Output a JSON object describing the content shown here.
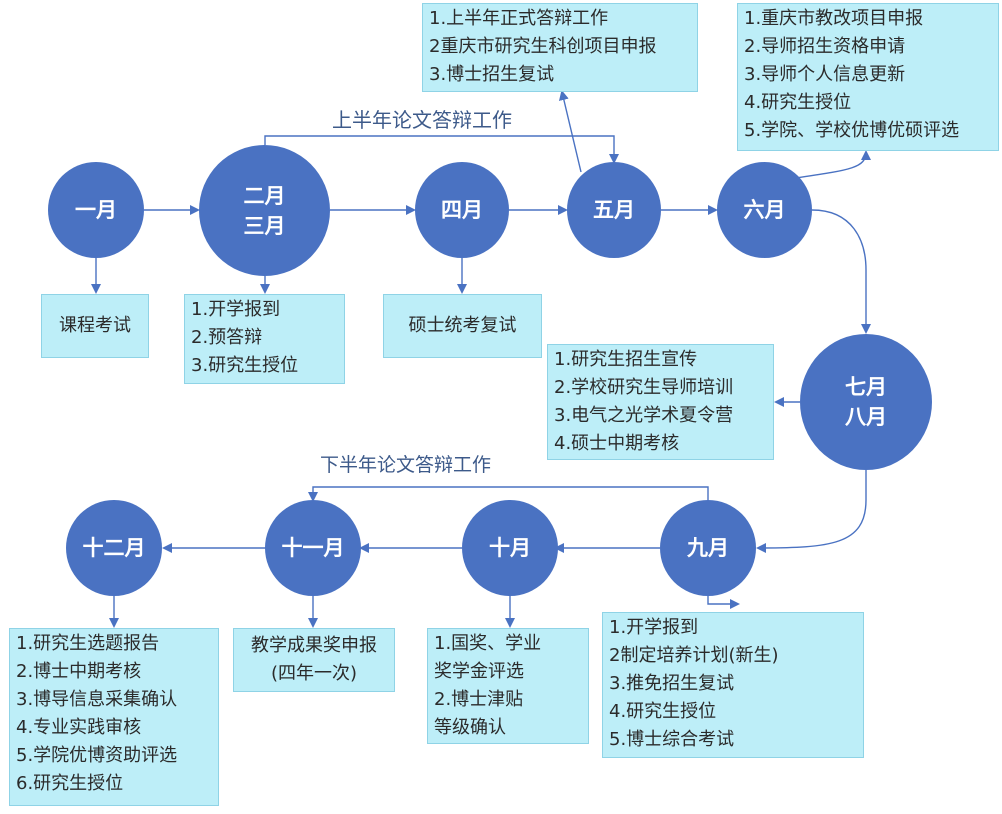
{
  "months": {
    "jan": "一月",
    "febmar_1": "二月",
    "febmar_2": "三月",
    "apr": "四月",
    "may": "五月",
    "jun": "六月",
    "julaug_1": "七月",
    "julaug_2": "八月",
    "sep": "九月",
    "oct": "十月",
    "nov": "十一月",
    "dec": "十二月"
  },
  "captions": {
    "first_half": "上半年论文答辩工作",
    "second_half": "下半年论文答辩工作"
  },
  "tasks": {
    "jan": [
      "课程考试"
    ],
    "febmar": [
      "1.开学报到",
      "2.预答辩",
      "3.研究生授位"
    ],
    "apr": [
      "硕士统考复试"
    ],
    "may": [
      "1.上半年正式答辩工作",
      "2重庆市研究生科创项目申报",
      "3.博士招生复试"
    ],
    "jun": [
      "1.重庆市教改项目申报",
      "2.导师招生资格申请",
      "3.导师个人信息更新",
      "4.研究生授位",
      "5.学院、学校优博优硕评选"
    ],
    "julaug": [
      "1.研究生招生宣传",
      "2.学校研究生导师培训",
      "3.电气之光学术夏令营",
      "4.硕士中期考核"
    ],
    "sep": [
      "1.开学报到",
      "2制定培养计划(新生)",
      "3.推免招生复试",
      "4.研究生授位",
      "5.博士综合考试"
    ],
    "oct": [
      "1.国奖、学业",
      "奖学金评选",
      "2.博士津贴",
      "等级确认"
    ],
    "nov": [
      "教学成果奖申报",
      "(四年一次)"
    ],
    "dec": [
      "1.研究生选题报告",
      "2.博士中期考核",
      "3.博导信息采集确认",
      "4.专业实践审核",
      "5.学院优博资助评选",
      "6.研究生授位"
    ]
  },
  "colors": {
    "node": "#4a72c2",
    "box": "#bdeef8",
    "line": "#4a72c2"
  }
}
